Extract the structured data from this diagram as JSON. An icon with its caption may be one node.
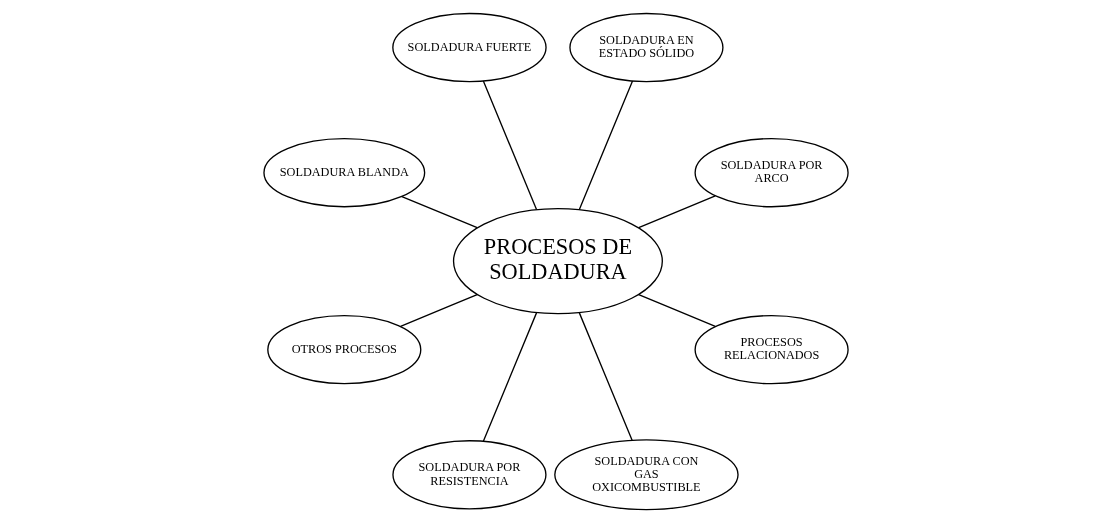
{
  "diagram": {
    "nodes": [
      {
        "text": [
          "PROCESOS DE SOLDADURA"
        ]
      },
      {
        "text": [
          "SOLDADURA POR ARCO"
        ]
      },
      {
        "text": [
          "SOLDADURA EN ESTADO SÓLIDO"
        ]
      },
      {
        "text": [
          "SOLDADURA FUERTE"
        ]
      },
      {
        "text": [
          "SOLDADURA BLANDA"
        ]
      },
      {
        "text": [
          "OTROS PROCESOS"
        ]
      },
      {
        "text": [
          "SOLDADURA POR RESISTENCIA"
        ]
      },
      {
        "text": [
          "SOLDADURA CON GAS OXICOMBUSTIBLE"
        ]
      },
      {
        "text": [
          "PROCESOS RELACIONADOS"
        ]
      }
    ],
    "edges": [
      {
        "from": 0,
        "to": 1,
        "arrow": "none"
      },
      {
        "from": 0,
        "to": 2,
        "arrow": "none"
      },
      {
        "from": 0,
        "to": 3,
        "arrow": "none"
      },
      {
        "from": 0,
        "to": 4,
        "arrow": "none"
      },
      {
        "from": 0,
        "to": 5,
        "arrow": "none"
      },
      {
        "from": 0,
        "to": 6,
        "arrow": "none"
      },
      {
        "from": 0,
        "to": 7,
        "arrow": "none"
      },
      {
        "from": 0,
        "to": 8,
        "arrow": "none"
      }
    ]
  }
}
